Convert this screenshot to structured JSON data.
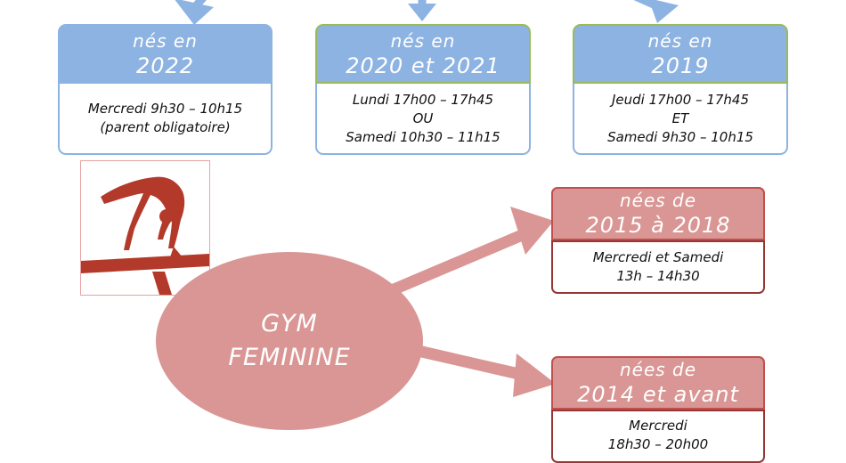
{
  "groups_mixed": [
    {
      "head_line1": "nés en",
      "head_line2": "2022",
      "schedule": [
        "Mercredi 9h30 – 10h15",
        "(parent obligatoire)"
      ]
    },
    {
      "head_line1": "nés en",
      "head_line2": "2020 et 2021",
      "schedule": [
        "Lundi 17h00 – 17h45",
        "OU",
        "Samedi 10h30 – 11h15"
      ]
    },
    {
      "head_line1": "nés en",
      "head_line2": "2019",
      "schedule": [
        "Jeudi 17h00 – 17h45",
        "ET",
        "Samedi 9h30 – 10h15"
      ]
    }
  ],
  "center": {
    "line1": "GYM",
    "line2": "FEMININE"
  },
  "groups_feminine": [
    {
      "head_line1": "nées de",
      "head_line2": "2015 à 2018",
      "schedule": [
        "Mercredi et Samedi",
        "13h – 14h30"
      ]
    },
    {
      "head_line1": "nées de",
      "head_line2": "2014 et avant",
      "schedule": [
        "Mercredi",
        "18h30 – 20h00"
      ]
    }
  ],
  "image": {
    "subject": "gymnast-on-balance-beam-silhouette"
  },
  "colors": {
    "blue": "#8db3e2",
    "green": "#9bbb59",
    "pink": "#d99694",
    "dark_red": "#953735",
    "silhouette": "#b33a2a"
  }
}
